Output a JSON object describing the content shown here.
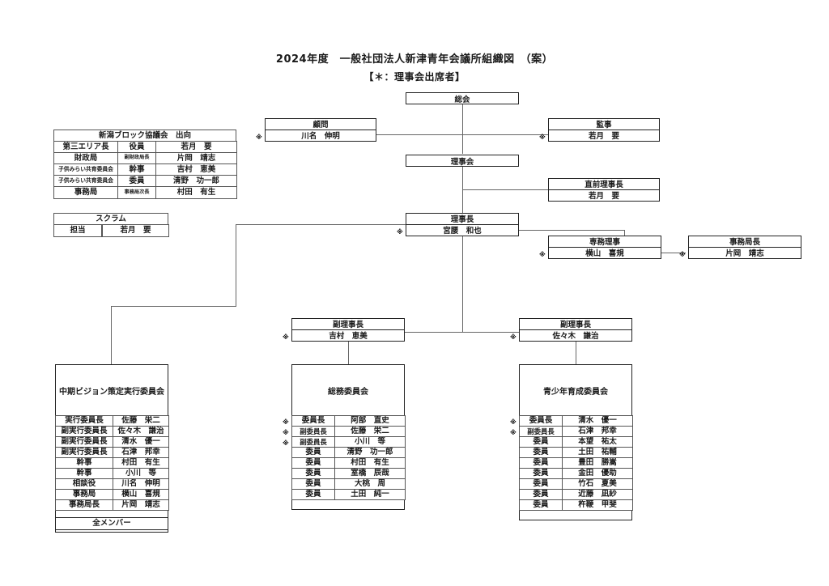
{
  "title": {
    "main": "2024年度　一般社団法人新津青年会議所組織図　（案）",
    "sub": "【＊：理事会出席者】"
  },
  "marker": "※",
  "niigata_block": {
    "heading": "新潟ブロック協議会　出向",
    "rows": [
      {
        "org": "第三エリア長",
        "post": "役員",
        "name": "若月　要",
        "post_small": false
      },
      {
        "org": "財政局",
        "post": "副財政局長",
        "name": "片岡　靖志",
        "post_small": true
      },
      {
        "org": "子供みらい共育委員会",
        "post": "幹事",
        "name": "吉村　恵美",
        "post_small": false
      },
      {
        "org": "子供みらい共育委員会",
        "post": "委員",
        "name": "清野　功一郎",
        "post_small": false
      },
      {
        "org": "事務局",
        "post": "事務局次長",
        "name": "村田　有生",
        "post_small": true
      }
    ]
  },
  "scrum": {
    "heading": "スクラム",
    "post": "担当",
    "name": "若月　要"
  },
  "nodes": {
    "soukai": {
      "title": "総会"
    },
    "komon": {
      "title": "顧問",
      "name": "川名　伸明",
      "ast": true
    },
    "kanji": {
      "title": "監事",
      "name": "若月　要",
      "ast": true
    },
    "rijikai": {
      "title": "理事会"
    },
    "chokuzen": {
      "title": "直前理事長",
      "name": "若月　要"
    },
    "rijicho": {
      "title": "理事長",
      "name": "宮腰　和也",
      "ast": true
    },
    "senmu": {
      "title": "専務理事",
      "name": "横山　喜規",
      "ast": true
    },
    "jimukyoku": {
      "title": "事務局長",
      "name": "片岡　靖志",
      "ast": true
    },
    "fuku_left": {
      "title": "副理事長",
      "name": "吉村　恵美",
      "ast": true
    },
    "fuku_right": {
      "title": "副理事長",
      "name": "佐々木　謙治",
      "ast": true
    }
  },
  "committees": [
    {
      "name": "chuki-vision",
      "title": "中期ビジョン策定実行委員会",
      "rows": [
        {
          "post": "実行委員長",
          "name": "佐藤　栄二",
          "ast": false
        },
        {
          "post": "副実行委員長",
          "name": "佐々木　謙治",
          "ast": false
        },
        {
          "post": "副実行委員長",
          "name": "清水　優一",
          "ast": false
        },
        {
          "post": "副実行委員長",
          "name": "石津　邦幸",
          "ast": false
        },
        {
          "post": "幹事",
          "name": "村田　有生",
          "ast": false
        },
        {
          "post": "幹事",
          "name": "小川　等",
          "ast": false
        },
        {
          "post": "相談役",
          "name": "川名　伸明",
          "ast": false
        },
        {
          "post": "事務局",
          "name": "横山　喜規",
          "ast": false
        },
        {
          "post": "事務局長",
          "name": "片岡　靖志",
          "ast": false
        }
      ],
      "footer": "全メンバー"
    },
    {
      "name": "soumu",
      "title": "総務委員会",
      "rows": [
        {
          "post": "委員長",
          "name": "阿部　直史",
          "ast": true
        },
        {
          "post": "副委員長",
          "name": "佐藤　栄二",
          "ast": true
        },
        {
          "post": "副委員長",
          "name": "小川　等",
          "ast": true
        },
        {
          "post": "委員",
          "name": "清野　功一郎",
          "ast": false
        },
        {
          "post": "委員",
          "name": "村田　有生",
          "ast": false
        },
        {
          "post": "委員",
          "name": "室橋　辰哉",
          "ast": false
        },
        {
          "post": "委員",
          "name": "大桃　周",
          "ast": false
        },
        {
          "post": "委員",
          "name": "土田　純一",
          "ast": false
        }
      ],
      "footer": null
    },
    {
      "name": "seishonen",
      "title": "青少年育成委員会",
      "rows": [
        {
          "post": "委員長",
          "name": "清水　優一",
          "ast": true
        },
        {
          "post": "副委員長",
          "name": "石津　邦幸",
          "ast": true
        },
        {
          "post": "委員",
          "name": "本望　祐太",
          "ast": false
        },
        {
          "post": "委員",
          "name": "土田　祐輔",
          "ast": false
        },
        {
          "post": "委員",
          "name": "豊田　勝嵩",
          "ast": false
        },
        {
          "post": "委員",
          "name": "金田　優助",
          "ast": false
        },
        {
          "post": "委員",
          "name": "竹石　夏美",
          "ast": false
        },
        {
          "post": "委員",
          "name": "近藤　凪紗",
          "ast": false
        },
        {
          "post": "委員",
          "name": "杵鞭　甲斐",
          "ast": false
        }
      ],
      "footer": null
    }
  ],
  "colors": {
    "line": "#666666",
    "border": "#222222",
    "text": "#1a1a1a",
    "background": "#ffffff"
  }
}
